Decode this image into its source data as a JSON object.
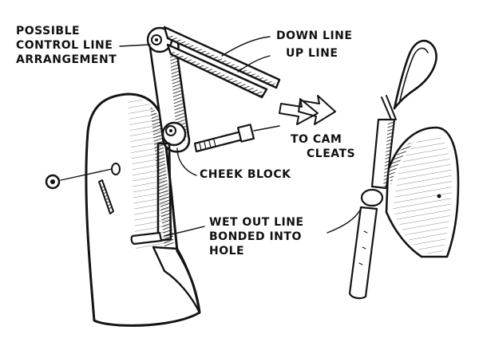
{
  "labels": {
    "control_line_1": "POSSIBLE",
    "control_line_2": "CONTROL LINE",
    "control_line_3": "ARRANGEMENT",
    "down_line": "DOWN LINE",
    "up_line": "UP LINE",
    "to_cam_1": "TO CAM",
    "to_cam_2": "CLEATS",
    "cheek_block": "CHEEK BLOCK",
    "wet_out_1": "WET OUT LINE",
    "wet_out_2": "BONDED INTO",
    "wet_out_3": "HOLE"
  }
}
